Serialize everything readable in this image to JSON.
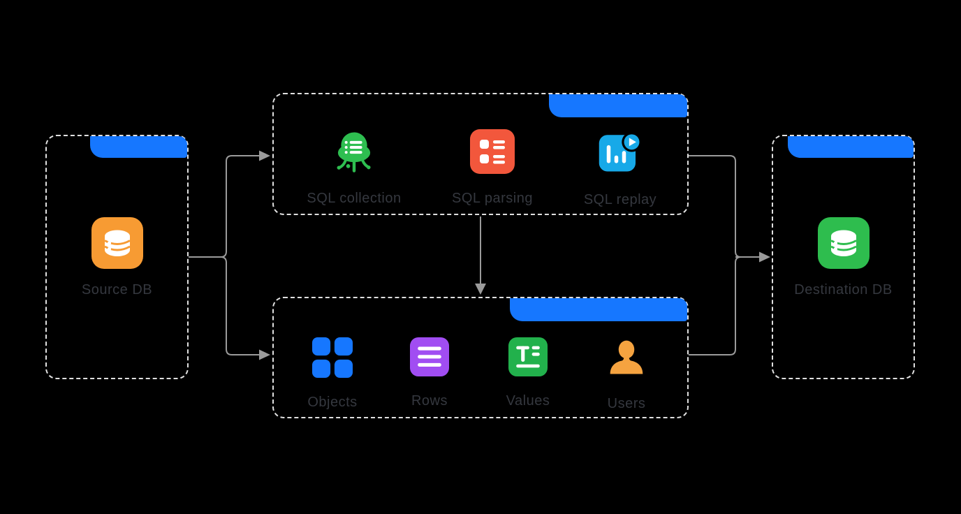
{
  "source": {
    "label": "Source DB"
  },
  "destination": {
    "label": "Destination DB"
  },
  "top_group": {
    "steps": [
      {
        "label": "SQL collection"
      },
      {
        "label": "SQL parsing"
      },
      {
        "label": "SQL replay"
      }
    ]
  },
  "bottom_group": {
    "items": [
      {
        "label": "Objects"
      },
      {
        "label": "Rows"
      },
      {
        "label": "Values"
      },
      {
        "label": "Users"
      }
    ]
  },
  "colors": {
    "accent_blue": "#1677FF",
    "collection_green": "#2EBE50",
    "parsing_red": "#F2573C",
    "replay_cyan": "#17A9E8",
    "objects_blue": "#1677FF",
    "rows_purple": "#A14DF2",
    "values_green": "#22B14C",
    "users_orange": "#F5A340",
    "source_orange": "#F79B33",
    "destination_green": "#2EBD4E",
    "connector_gray": "#9B9B9B",
    "border_dash": "#E0E0E0",
    "label_text": "#35383F"
  }
}
